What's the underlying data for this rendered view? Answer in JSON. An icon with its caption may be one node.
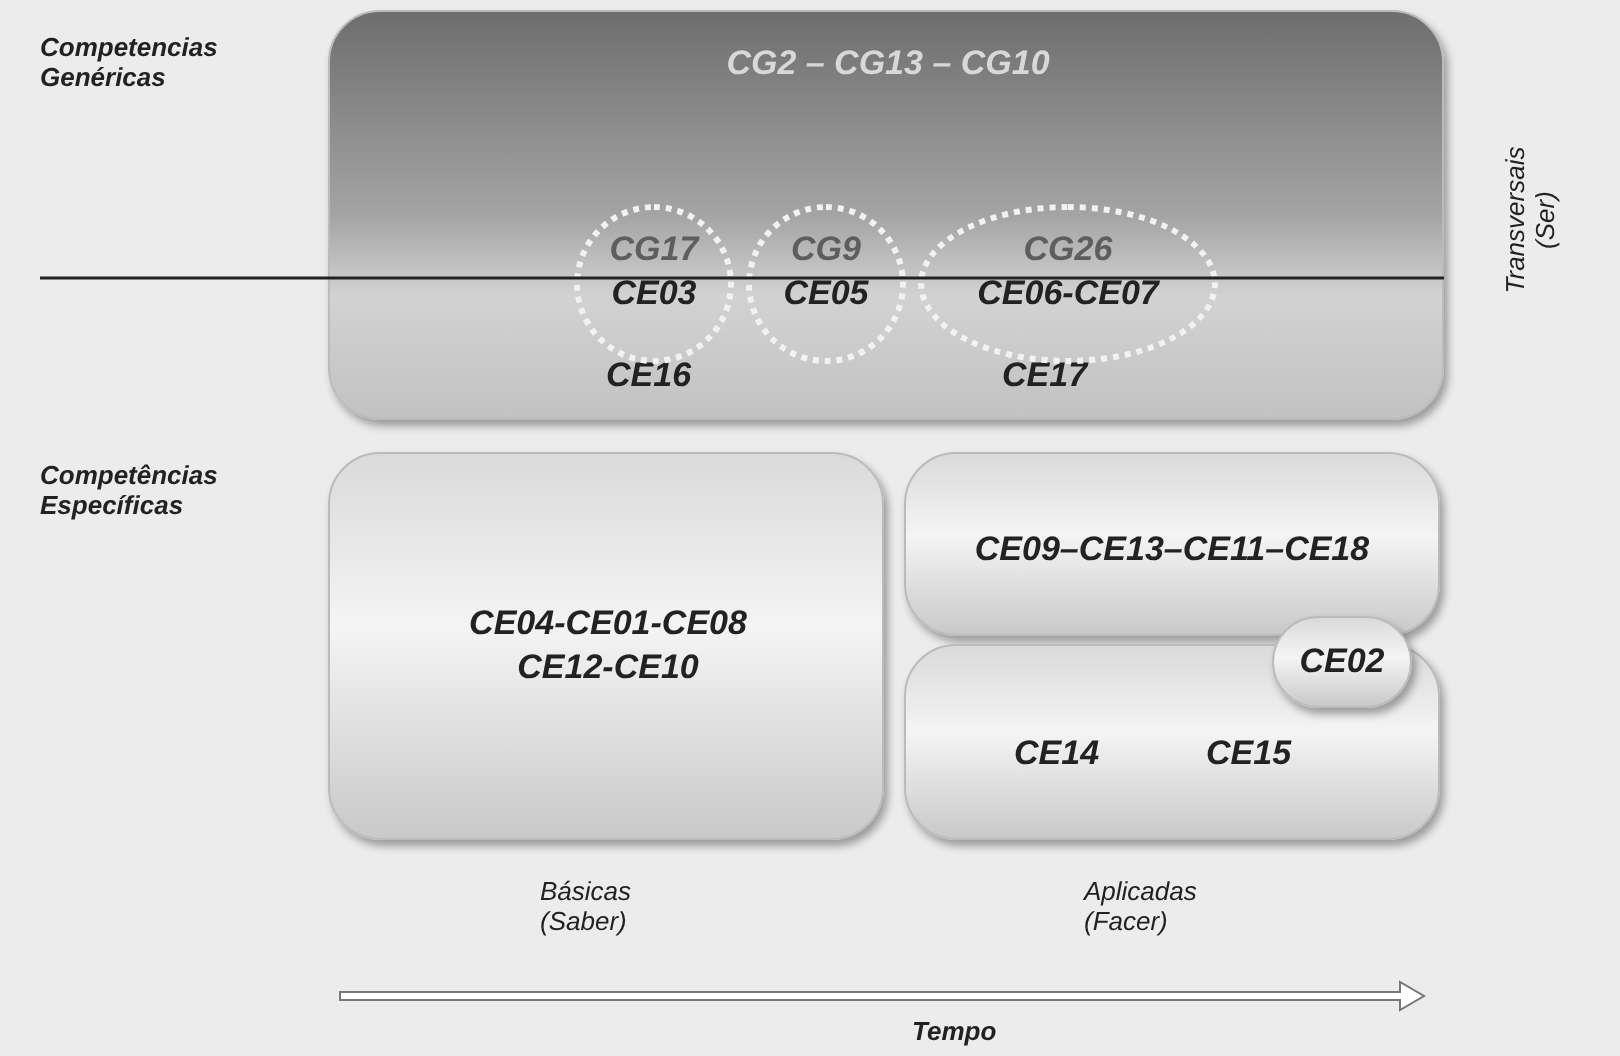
{
  "diagram": {
    "nodes": [
      {
        "text": [
          "CG2 – CG13 – CG10",
          "CE16",
          "CE17"
        ]
      },
      {
        "text": [
          "CG17",
          "CE03"
        ],
        "in": 0
      },
      {
        "text": [
          "CG9",
          "CE05"
        ],
        "in": 0
      },
      {
        "text": [
          "CG26",
          "CE06-CE07"
        ],
        "in": 0
      },
      {
        "text": [
          "CE04-CE01-CE08 CE12-CE10"
        ]
      },
      {
        "text": [
          "CE09–CE13–CE11–CE18"
        ]
      },
      {
        "text": [
          "CE14",
          "CE15"
        ]
      },
      {
        "text": [
          "CE02"
        ]
      }
    ],
    "labels": [
      "Competencias Genéricas",
      "Transversais (Ser)",
      "Competências Específicas",
      "Básicas (Saber)",
      "Aplicadas (Facer)",
      "Tempo"
    ]
  }
}
